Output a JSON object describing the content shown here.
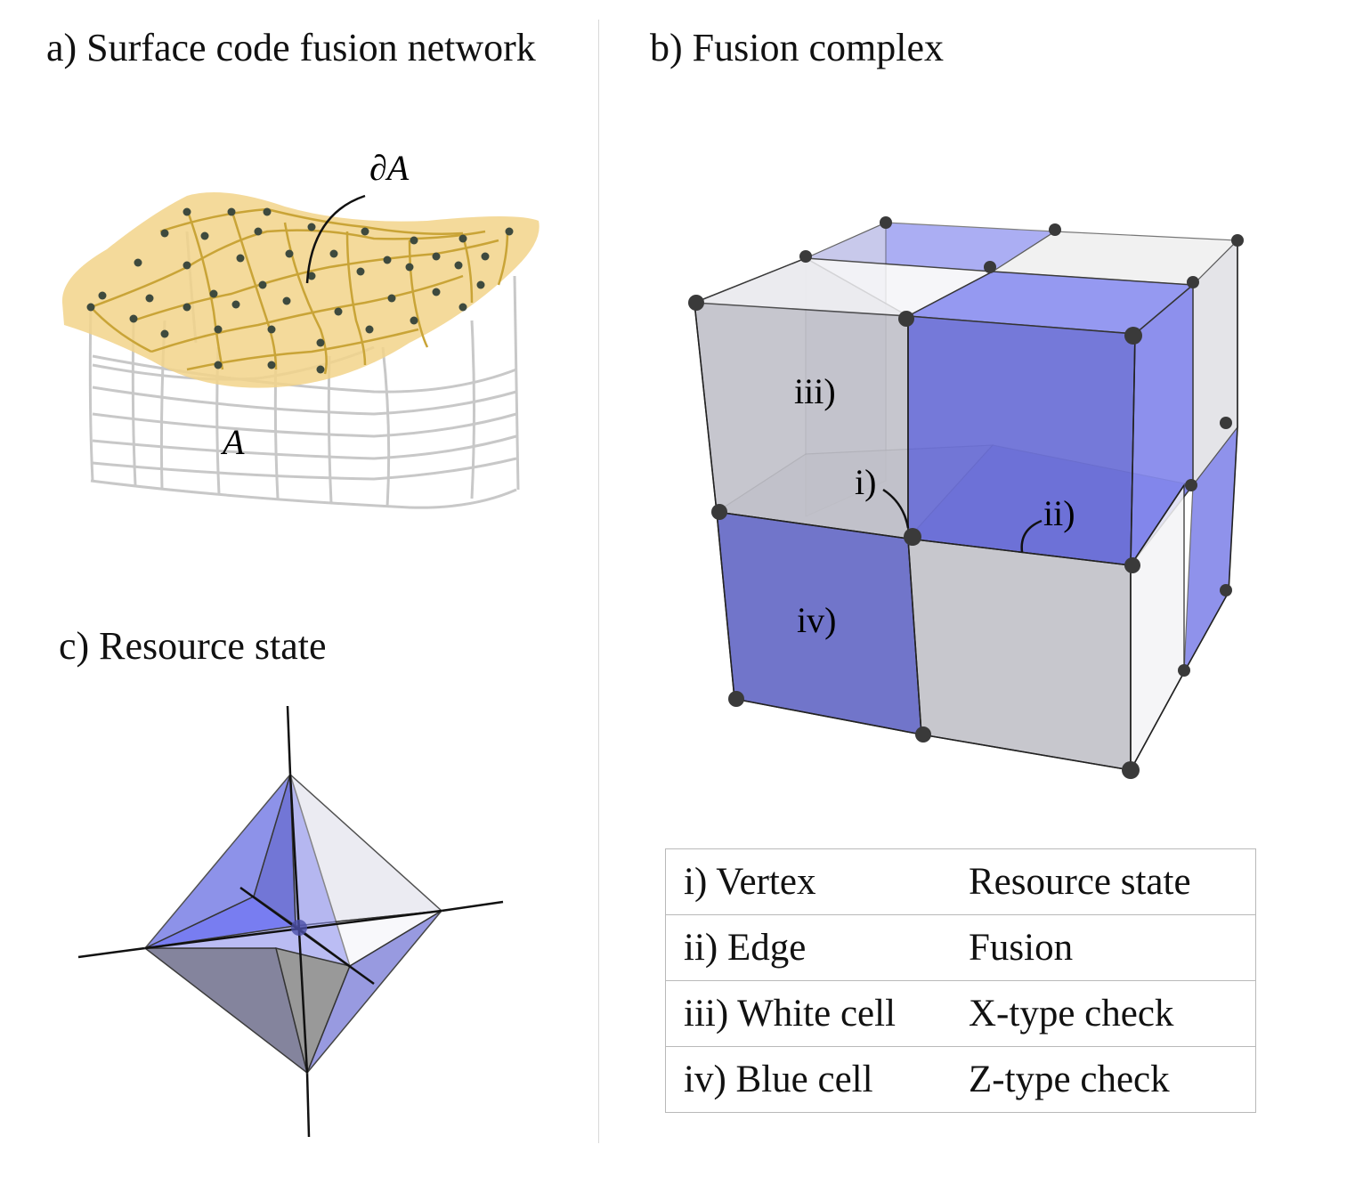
{
  "panels": {
    "a": {
      "title": "a) Surface code fusion network",
      "boundary_label": "∂A",
      "bulk_label": "A"
    },
    "b": {
      "title": "b) Fusion complex",
      "labels": {
        "vertex": "i)",
        "edge": "ii)",
        "white_cell": "iii)",
        "blue_cell": "iv)"
      }
    },
    "c": {
      "title": "c) Resource state"
    }
  },
  "legend": {
    "rows": [
      {
        "element": "i) Vertex",
        "meaning": "Resource state"
      },
      {
        "element": "ii) Edge",
        "meaning": "Fusion"
      },
      {
        "element": "iii) White cell",
        "meaning": "X-type check"
      },
      {
        "element": "iv) Blue cell",
        "meaning": "Z-type check"
      }
    ]
  },
  "colors": {
    "blue_face": "#6f74e6",
    "white_face": "#e6e6ee",
    "gold_surface": "#f2d48a",
    "gold_edge": "#c9a437",
    "node": "#444444",
    "sketch_line": "#c8c8c8"
  }
}
